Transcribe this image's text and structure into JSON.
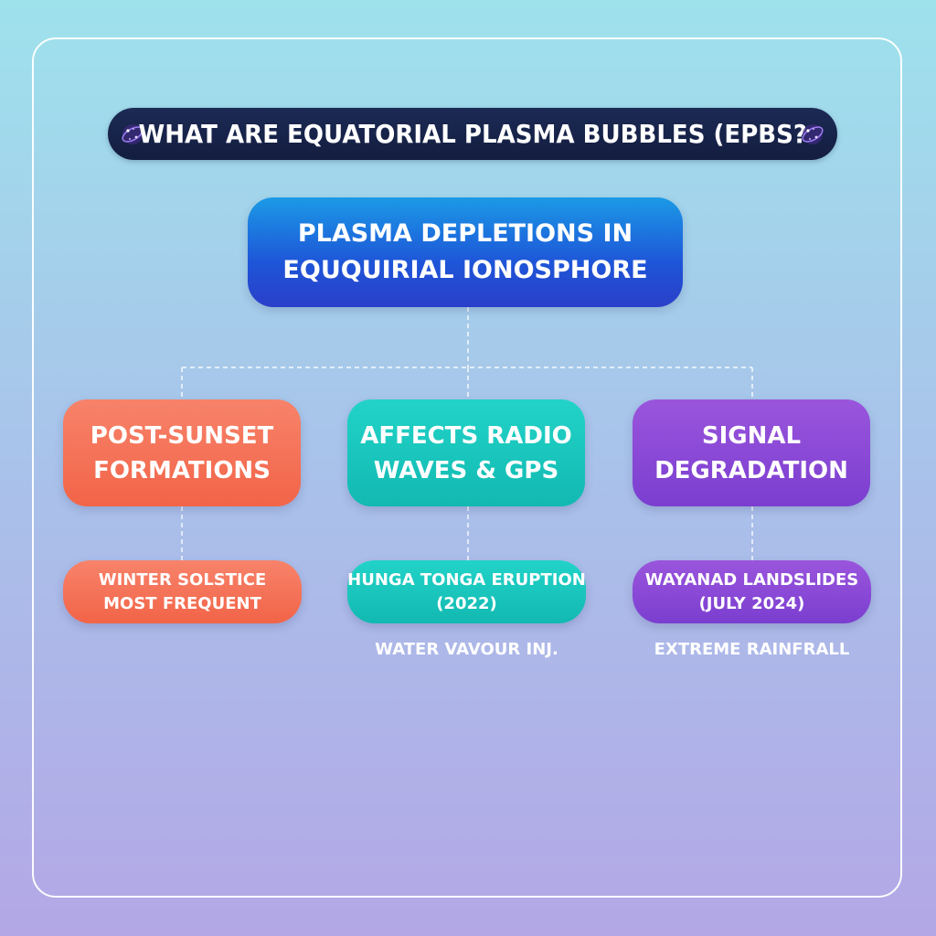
{
  "title": "WHAT ARE EQUATORIAL PLASMA BUBBLES (EPBS?",
  "root": {
    "line1": "PLASMA DEPLETIONS IN",
    "line2": "EQUQUIRIAL IONOSPHORE"
  },
  "columns": [
    {
      "head": {
        "line1": "POST-SUNSET",
        "line2": "FORMATIONS"
      },
      "detail": {
        "line1": "WINTER SOLSTICE",
        "line2": "MOST FREQUENT"
      },
      "note": ""
    },
    {
      "head": {
        "line1": "AFFECTS RADIO",
        "line2": "WAVES & GPS"
      },
      "detail": {
        "line1": "HUNGA TONGA ERUPTION",
        "line2": "(2022)"
      },
      "note": "WATER VAVOUR INJ."
    },
    {
      "head": {
        "line1": "SIGNAL",
        "line2": "DEGRADATION"
      },
      "detail": {
        "line1": "WAYANAD LANDSLIDES",
        "line2": "(JULY 2024)"
      },
      "note": "EXTREME RAINFRALL"
    }
  ],
  "colors": {
    "title_bg": "#131d3f",
    "root": "#1e55d8",
    "orange": "#f26448",
    "teal": "#12b9b1",
    "purple": "#7b3ed0",
    "connector": "#ffffff"
  },
  "icons": {
    "title_left": "galaxy-icon",
    "title_right": "galaxy-icon"
  }
}
